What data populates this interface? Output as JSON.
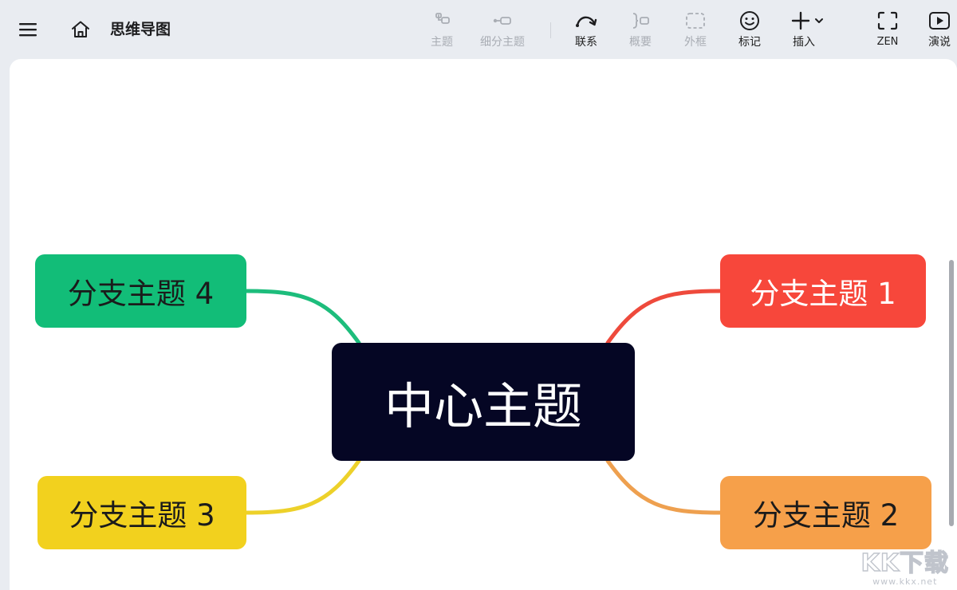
{
  "header": {
    "title": "思维导图",
    "menu_icon": "hamburger-menu-icon",
    "home_icon": "home-icon"
  },
  "toolbar": {
    "items": [
      {
        "id": "topic",
        "label": "主题",
        "icon": "topic-icon",
        "enabled": false
      },
      {
        "id": "subtopic",
        "label": "细分主题",
        "icon": "subtopic-icon",
        "enabled": false
      },
      {
        "id": "relationship",
        "label": "联系",
        "icon": "relationship-arrow-icon",
        "enabled": true
      },
      {
        "id": "summary",
        "label": "概要",
        "icon": "summary-brace-icon",
        "enabled": false
      },
      {
        "id": "boundary",
        "label": "外框",
        "icon": "boundary-dashed-icon",
        "enabled": false
      },
      {
        "id": "marker",
        "label": "标记",
        "icon": "smiley-icon",
        "enabled": true
      },
      {
        "id": "insert",
        "label": "插入",
        "icon": "plus-dropdown-icon",
        "enabled": true
      },
      {
        "id": "zen",
        "label": "ZEN",
        "icon": "zen-fullscreen-icon",
        "enabled": true
      },
      {
        "id": "present",
        "label": "演说",
        "icon": "play-icon",
        "enabled": true
      }
    ]
  },
  "mindmap": {
    "central": {
      "label": "中心主题",
      "color": "#050624"
    },
    "branches": [
      {
        "label": "分支主题 1",
        "color": "#f7473b",
        "line_color": "#ee4a3c"
      },
      {
        "label": "分支主题 2",
        "color": "#f6a04a",
        "line_color": "#eea04f"
      },
      {
        "label": "分支主题 3",
        "color": "#f2d11e",
        "line_color": "#edd12a"
      },
      {
        "label": "分支主题 4",
        "color": "#12bd78",
        "line_color": "#1dbd7c"
      }
    ]
  },
  "watermark": {
    "logo_text": "KK下载",
    "url_text": "www.kkx.net"
  }
}
